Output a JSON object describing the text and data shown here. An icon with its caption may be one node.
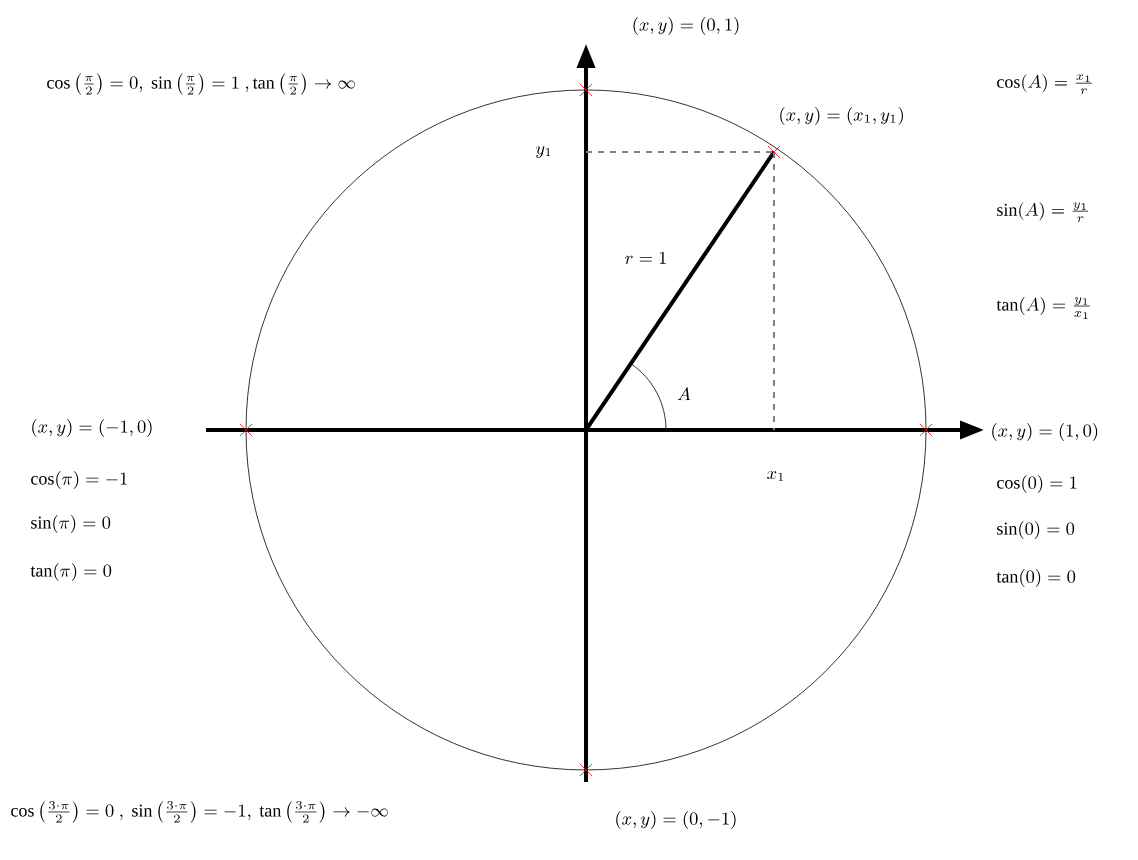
{
  "diagram": {
    "labels": [
      "\\cos\\left(\\frac{\\pi}{2}\\right)=0,\\ \\sin\\left(\\frac{\\pi}{2}\\right)=1\\ ,\\tan\\left(\\frac{\\pi}{2}\\right)\\to\\infty",
      "(x,y)=(0,1)",
      "\\cos(A)=\\frac{x_1}{r}",
      "(x,y)=(x_1,y_1)",
      "y_1",
      "\\sin(A)=\\frac{y_1}{r}",
      "r=1",
      "\\tan(A)=\\frac{y_1}{x_1}",
      "A",
      "(x,y)=(-1,0)",
      "(x,y)=(1,0)",
      "x_1",
      "\\cos(\\pi)=-1",
      "\\cos(0)=1",
      "\\sin(\\pi)=0",
      "\\sin(0)=0",
      "\\tan(\\pi)=0",
      "\\tan(0)=0",
      "\\cos\\left(\\frac{3\\cdot\\pi}{2}\\right)=0\\ ,\\ \\sin\\left(\\frac{3\\cdot\\pi}{2}\\right)=-1,\\ \\tan\\left(\\frac{3\\cdot\\pi}{2}\\right)\\to-\\infty",
      "(x,y)=(0,-1)"
    ]
  }
}
